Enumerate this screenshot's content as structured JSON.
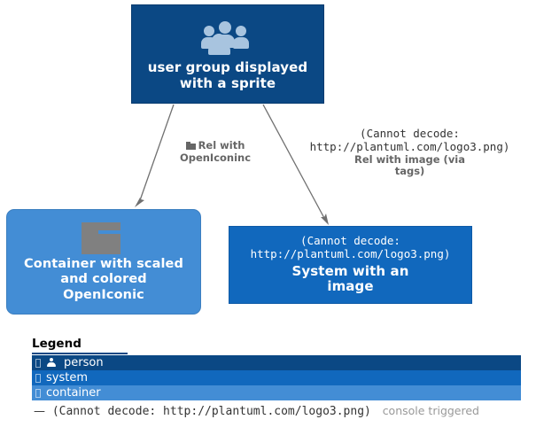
{
  "diagram": {
    "nodes": [
      {
        "id": "person",
        "title": "user group displayed\nwith a sprite",
        "sprite": "user-group-sprite",
        "color": "#0B4884"
      },
      {
        "id": "container",
        "title": "Container with scaled\nand colored\nOpenIconic",
        "sprite": "folder-sprite",
        "color": "#438DD5"
      },
      {
        "id": "system",
        "image_error": "(Cannot decode:\nhttp://plantuml.com/logo3.png)",
        "title": "System with an\nimage",
        "color": "#1168BD"
      }
    ],
    "edges": [
      {
        "id": "edge-left",
        "icon": "folder-icon",
        "label": "Rel with\nOpenIconinc"
      },
      {
        "id": "edge-right",
        "image_error": "(Cannot decode:\nhttp://plantuml.com/logo3.png)",
        "label": "Rel with image (via\ntags)"
      }
    ]
  },
  "legend": {
    "title": "Legend",
    "rows": [
      {
        "id": "person",
        "glyph": "person-icon",
        "label": "person",
        "color": "#0B4884"
      },
      {
        "id": "system",
        "glyph": "missing-glyph",
        "label": "system",
        "color": "#1168BD"
      },
      {
        "id": "container",
        "glyph": "missing-glyph",
        "label": "container",
        "color": "#438DD5"
      }
    ],
    "footer": {
      "dash": "—",
      "image_error": "(Cannot decode: http://plantuml.com/logo3.png)",
      "note": "console triggered"
    }
  }
}
